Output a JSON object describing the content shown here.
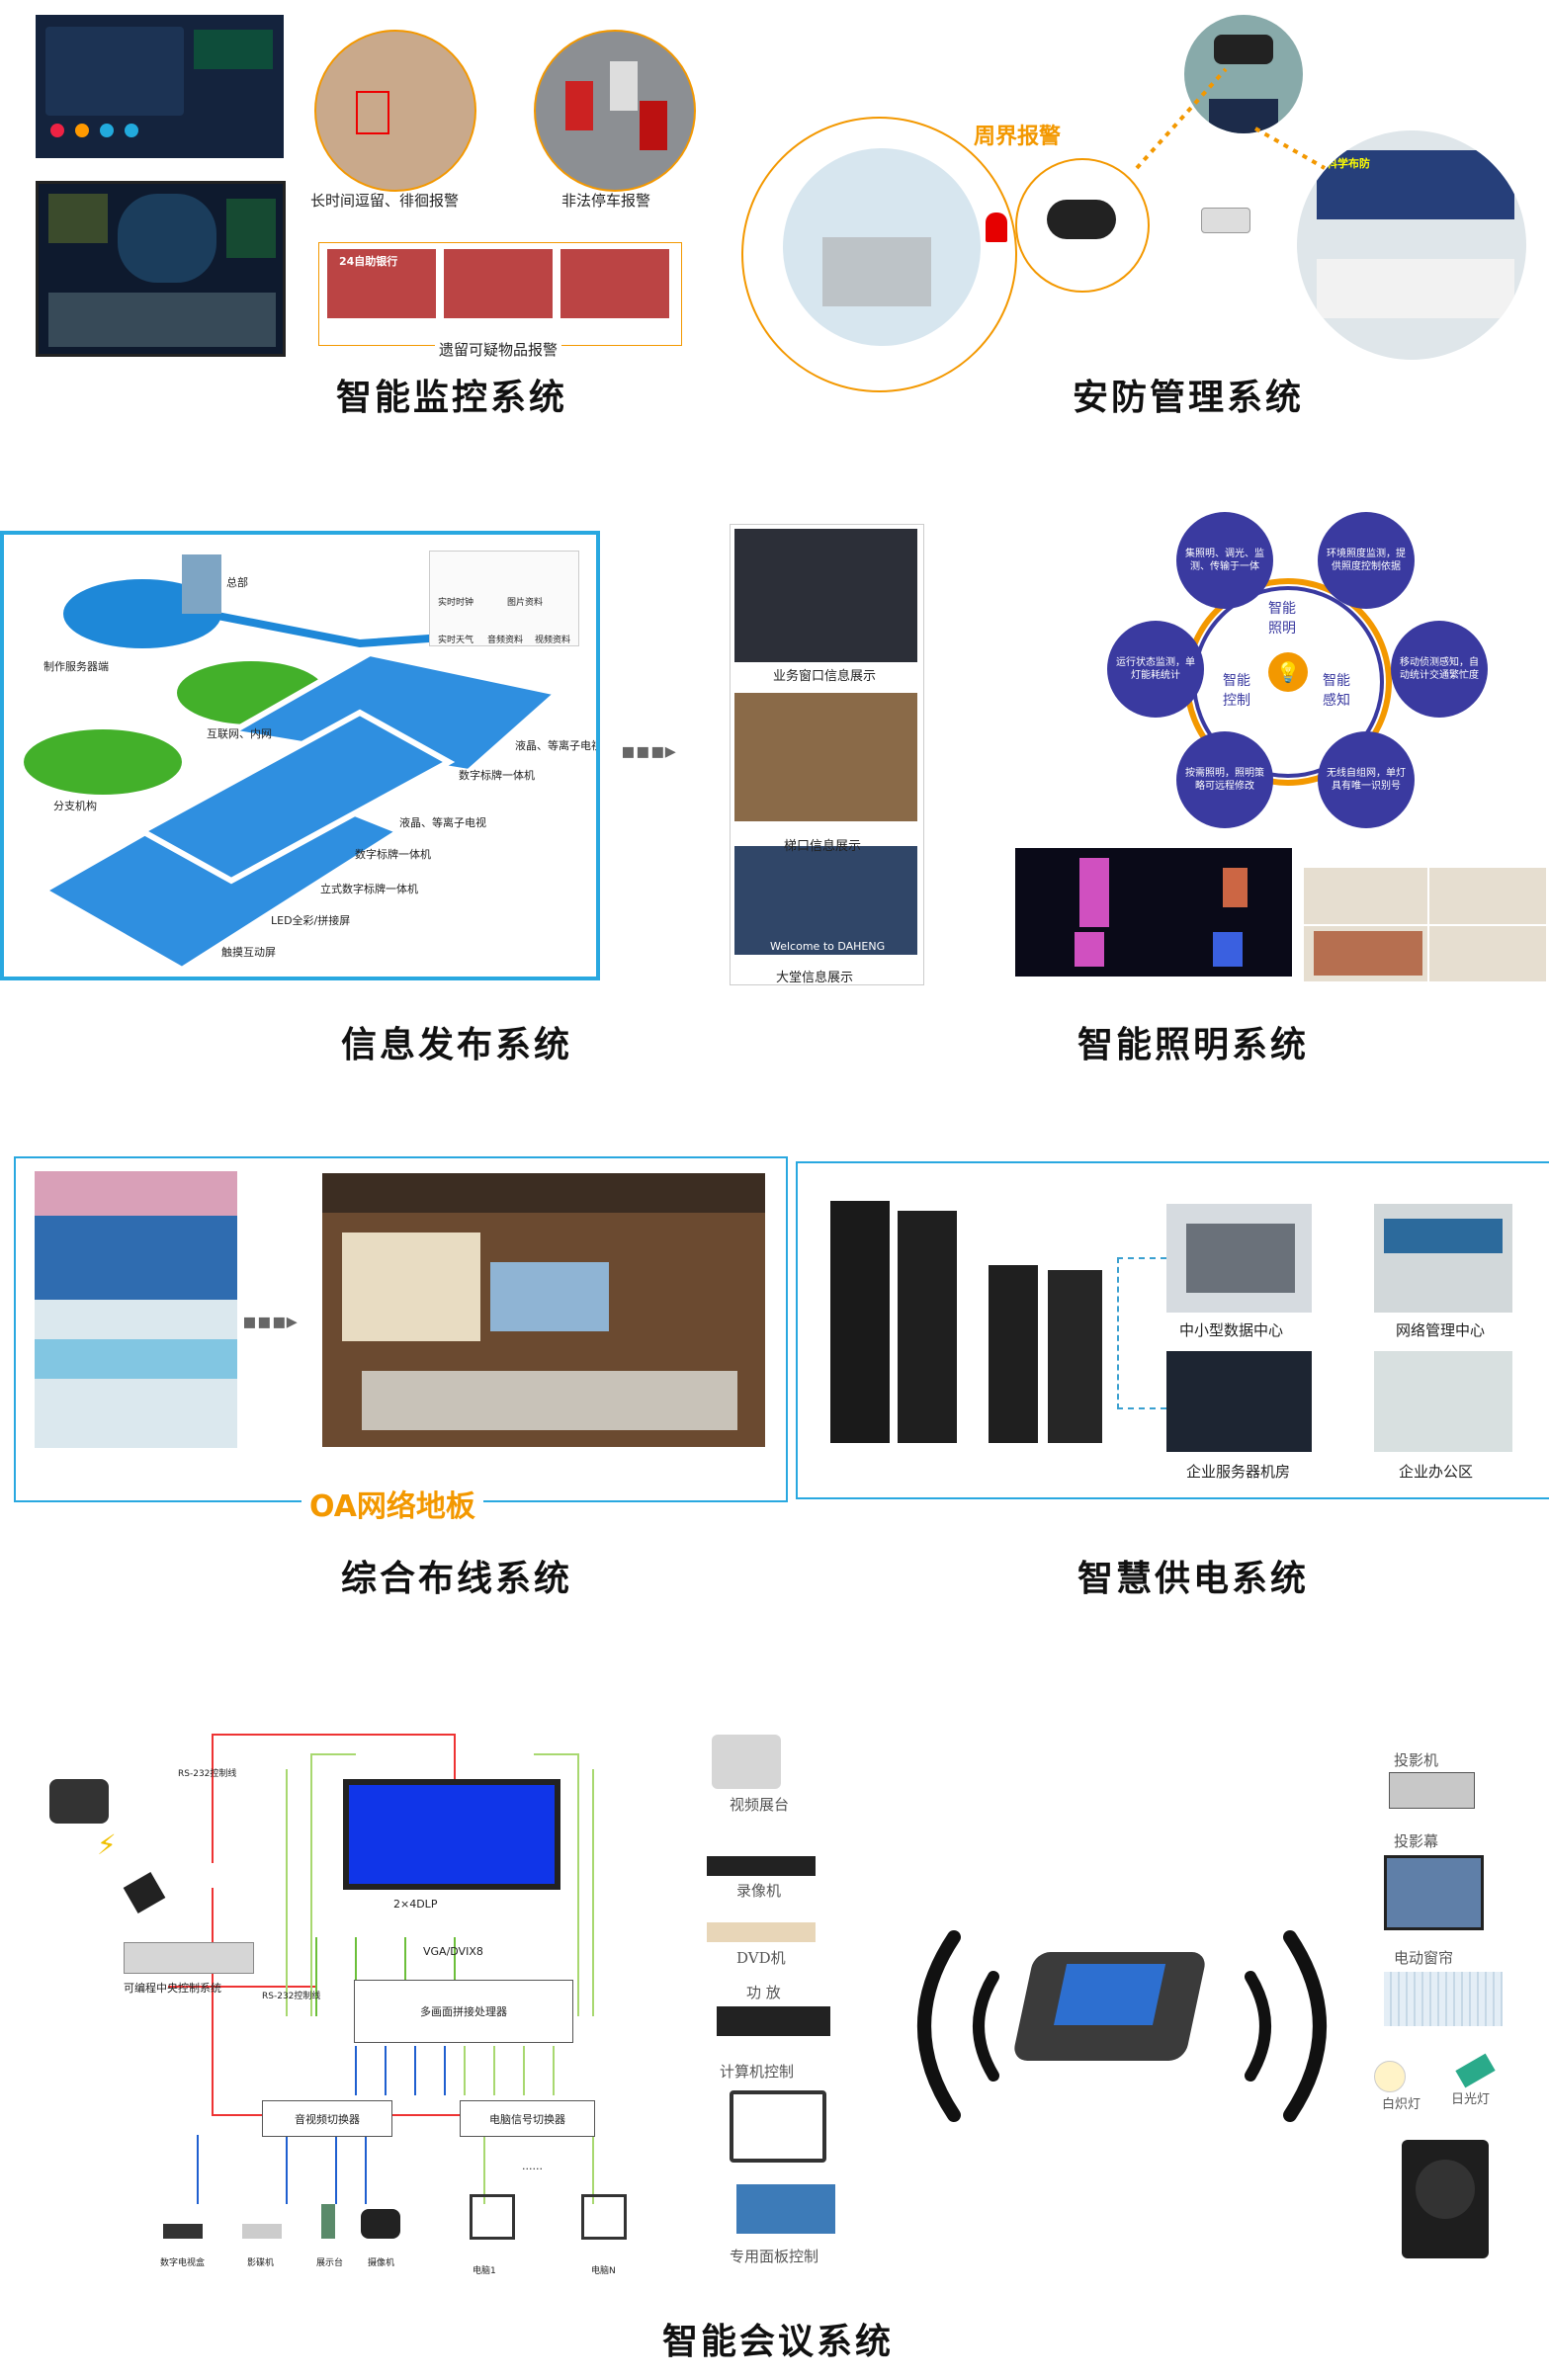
{
  "sections": {
    "monitoring": {
      "title": "智能监控系统",
      "labels": {
        "loiter": "长时间逗留、徘徊报警",
        "parking": "非法停车报警",
        "left_item": "遗留可疑物品报警",
        "bank": "24自助银行"
      }
    },
    "security": {
      "title": "安防管理系统",
      "perimeter": "周界报警",
      "wall_text": "科学布防"
    },
    "info": {
      "title": "信息发布系统",
      "labels": {
        "hq": "总部",
        "server": "制作服务器端",
        "internet": "互联网、内网",
        "branch": "分支机构",
        "lcd1": "液晶、等离子电视",
        "sign1": "数字标牌一体机",
        "lcd2": "液晶、等离子电视",
        "sign2": "数字标牌一体机",
        "vertical": "立式数字标牌一体机",
        "led": "LED全彩/拼接屏",
        "touch": "触摸互动屏",
        "icons": [
          "实时时钟",
          "图片资料",
          "实时天气",
          "音频资料",
          "视频资料"
        ],
        "window": "业务窗口信息展示",
        "elevator": "梯口信息展示",
        "lobby": "大堂信息展示",
        "welcome": "Welcome to DAHENG"
      }
    },
    "lighting": {
      "title": "智能照明系统",
      "center": [
        "智能照明",
        "智能控制",
        "智能感知"
      ],
      "nodes": [
        "集照明、调光、监测、传输于一体",
        "环境照度监测，提供照度控制依据",
        "移动侦测感知，自动统计交通繁忙度",
        "无线自组网，单灯具有唯一识别号",
        "按需照明，照明策略可远程修改",
        "运行状态监测，单灯能耗统计"
      ]
    },
    "cabling": {
      "title": "综合布线系统",
      "badge": "OA网络地板"
    },
    "power": {
      "title": "智慧供电系统",
      "labels": [
        "中小型数据中心",
        "网络管理中心",
        "企业服务器机房",
        "企业办公区"
      ]
    },
    "meeting": {
      "title": "智能会议系统",
      "diagram": {
        "rs232a": "RS-232控制线",
        "rs232b": "RS-232控制线",
        "central": "可编程中央控制系统",
        "dlp": "2×4DLP",
        "vga": "VGA/DVIX8",
        "processor": "多画面拼接处理器",
        "av_switch": "音视频切换器",
        "pc_switch": "电脑信号切换器",
        "dots": "......",
        "devices": [
          "数字电视盒",
          "影碟机",
          "展示台",
          "摄像机"
        ],
        "pcs": [
          "电脑1",
          "电脑N"
        ]
      },
      "mid": [
        "视频展台",
        "录像机",
        "DVD机",
        "功 放",
        "计算机控制",
        "专用面板控制"
      ],
      "right": [
        "投影机",
        "投影幕",
        "电动窗帘",
        "白炽灯",
        "日光灯"
      ]
    }
  },
  "colors": {
    "accent": "#f39800",
    "frame": "#29a8e0",
    "blue": "#1f5fd0",
    "ring": "#3a3aa0"
  }
}
